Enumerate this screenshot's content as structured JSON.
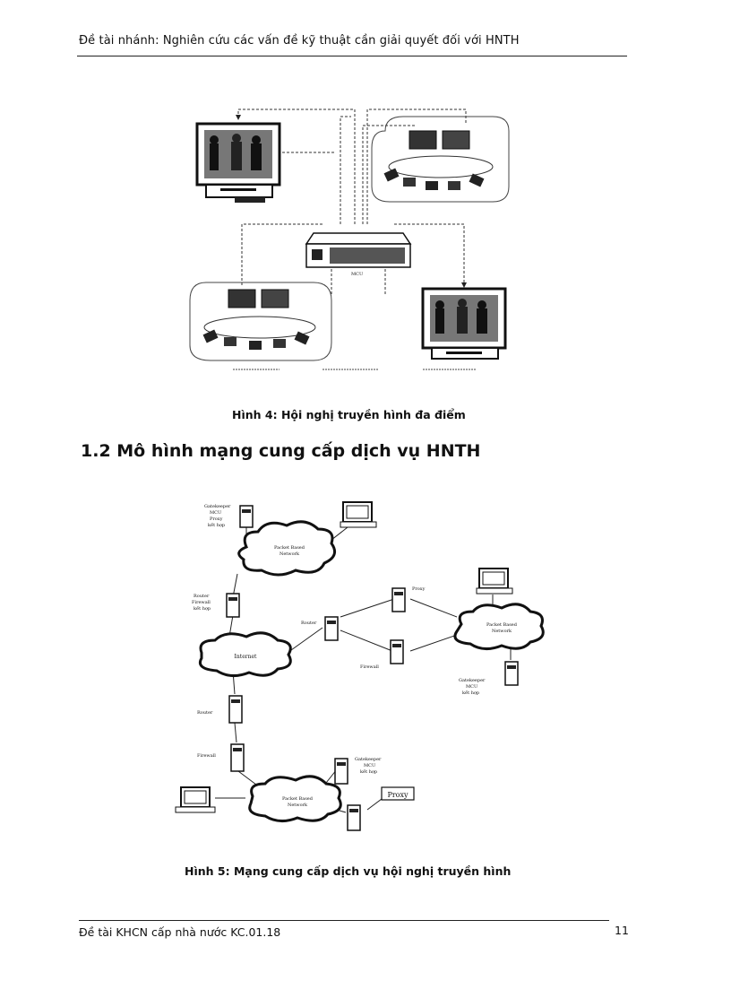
{
  "header": {
    "title": "Đề tài nhánh: Nghiên cứu các vấn đề kỹ thuật cần giải quyết đối với HNTH"
  },
  "figure4": {
    "caption": "Hình 4: Hội nghị truyền hình đa điểm",
    "mcu_label": "MCU"
  },
  "section": {
    "heading": "1.2 Mô hình mạng cung cấp dịch vụ HNTH"
  },
  "figure5": {
    "caption": "Hình 5: Mạng cung cấp dịch vụ hội nghị truyền hình",
    "labels": {
      "gk_top_1": "Gatekeeper",
      "gk_top_2": "MCU",
      "gk_top_3": "Proxy",
      "gk_top_4": "kết hợp",
      "cloud_top_1": "Packet Based",
      "cloud_top_2": "Network",
      "router_fw_1": "Router",
      "router_fw_2": "Firewall",
      "router_fw_3": "kết hợp",
      "router_mid": "Router",
      "internet": "Internet",
      "proxy_mid": "Proxy",
      "firewall_mid": "Firewall",
      "cloud_right_1": "Packet Based",
      "cloud_right_2": "Network",
      "gk_right_1": "Gatekeeper",
      "gk_right_2": "MCU",
      "gk_right_3": "kết hợp",
      "router_low": "Router",
      "firewall_low": "Firewall",
      "gk_bottom_1": "Gatekeeper",
      "gk_bottom_2": "MCU",
      "gk_bottom_3": "kết hợp",
      "proxy_bottom": "Proxy",
      "cloud_bottom_1": "Packet Based",
      "cloud_bottom_2": "Network"
    }
  },
  "footer": {
    "text": "Đề tài KHCN cấp nhà nước KC.01.18",
    "page_number": "11"
  }
}
